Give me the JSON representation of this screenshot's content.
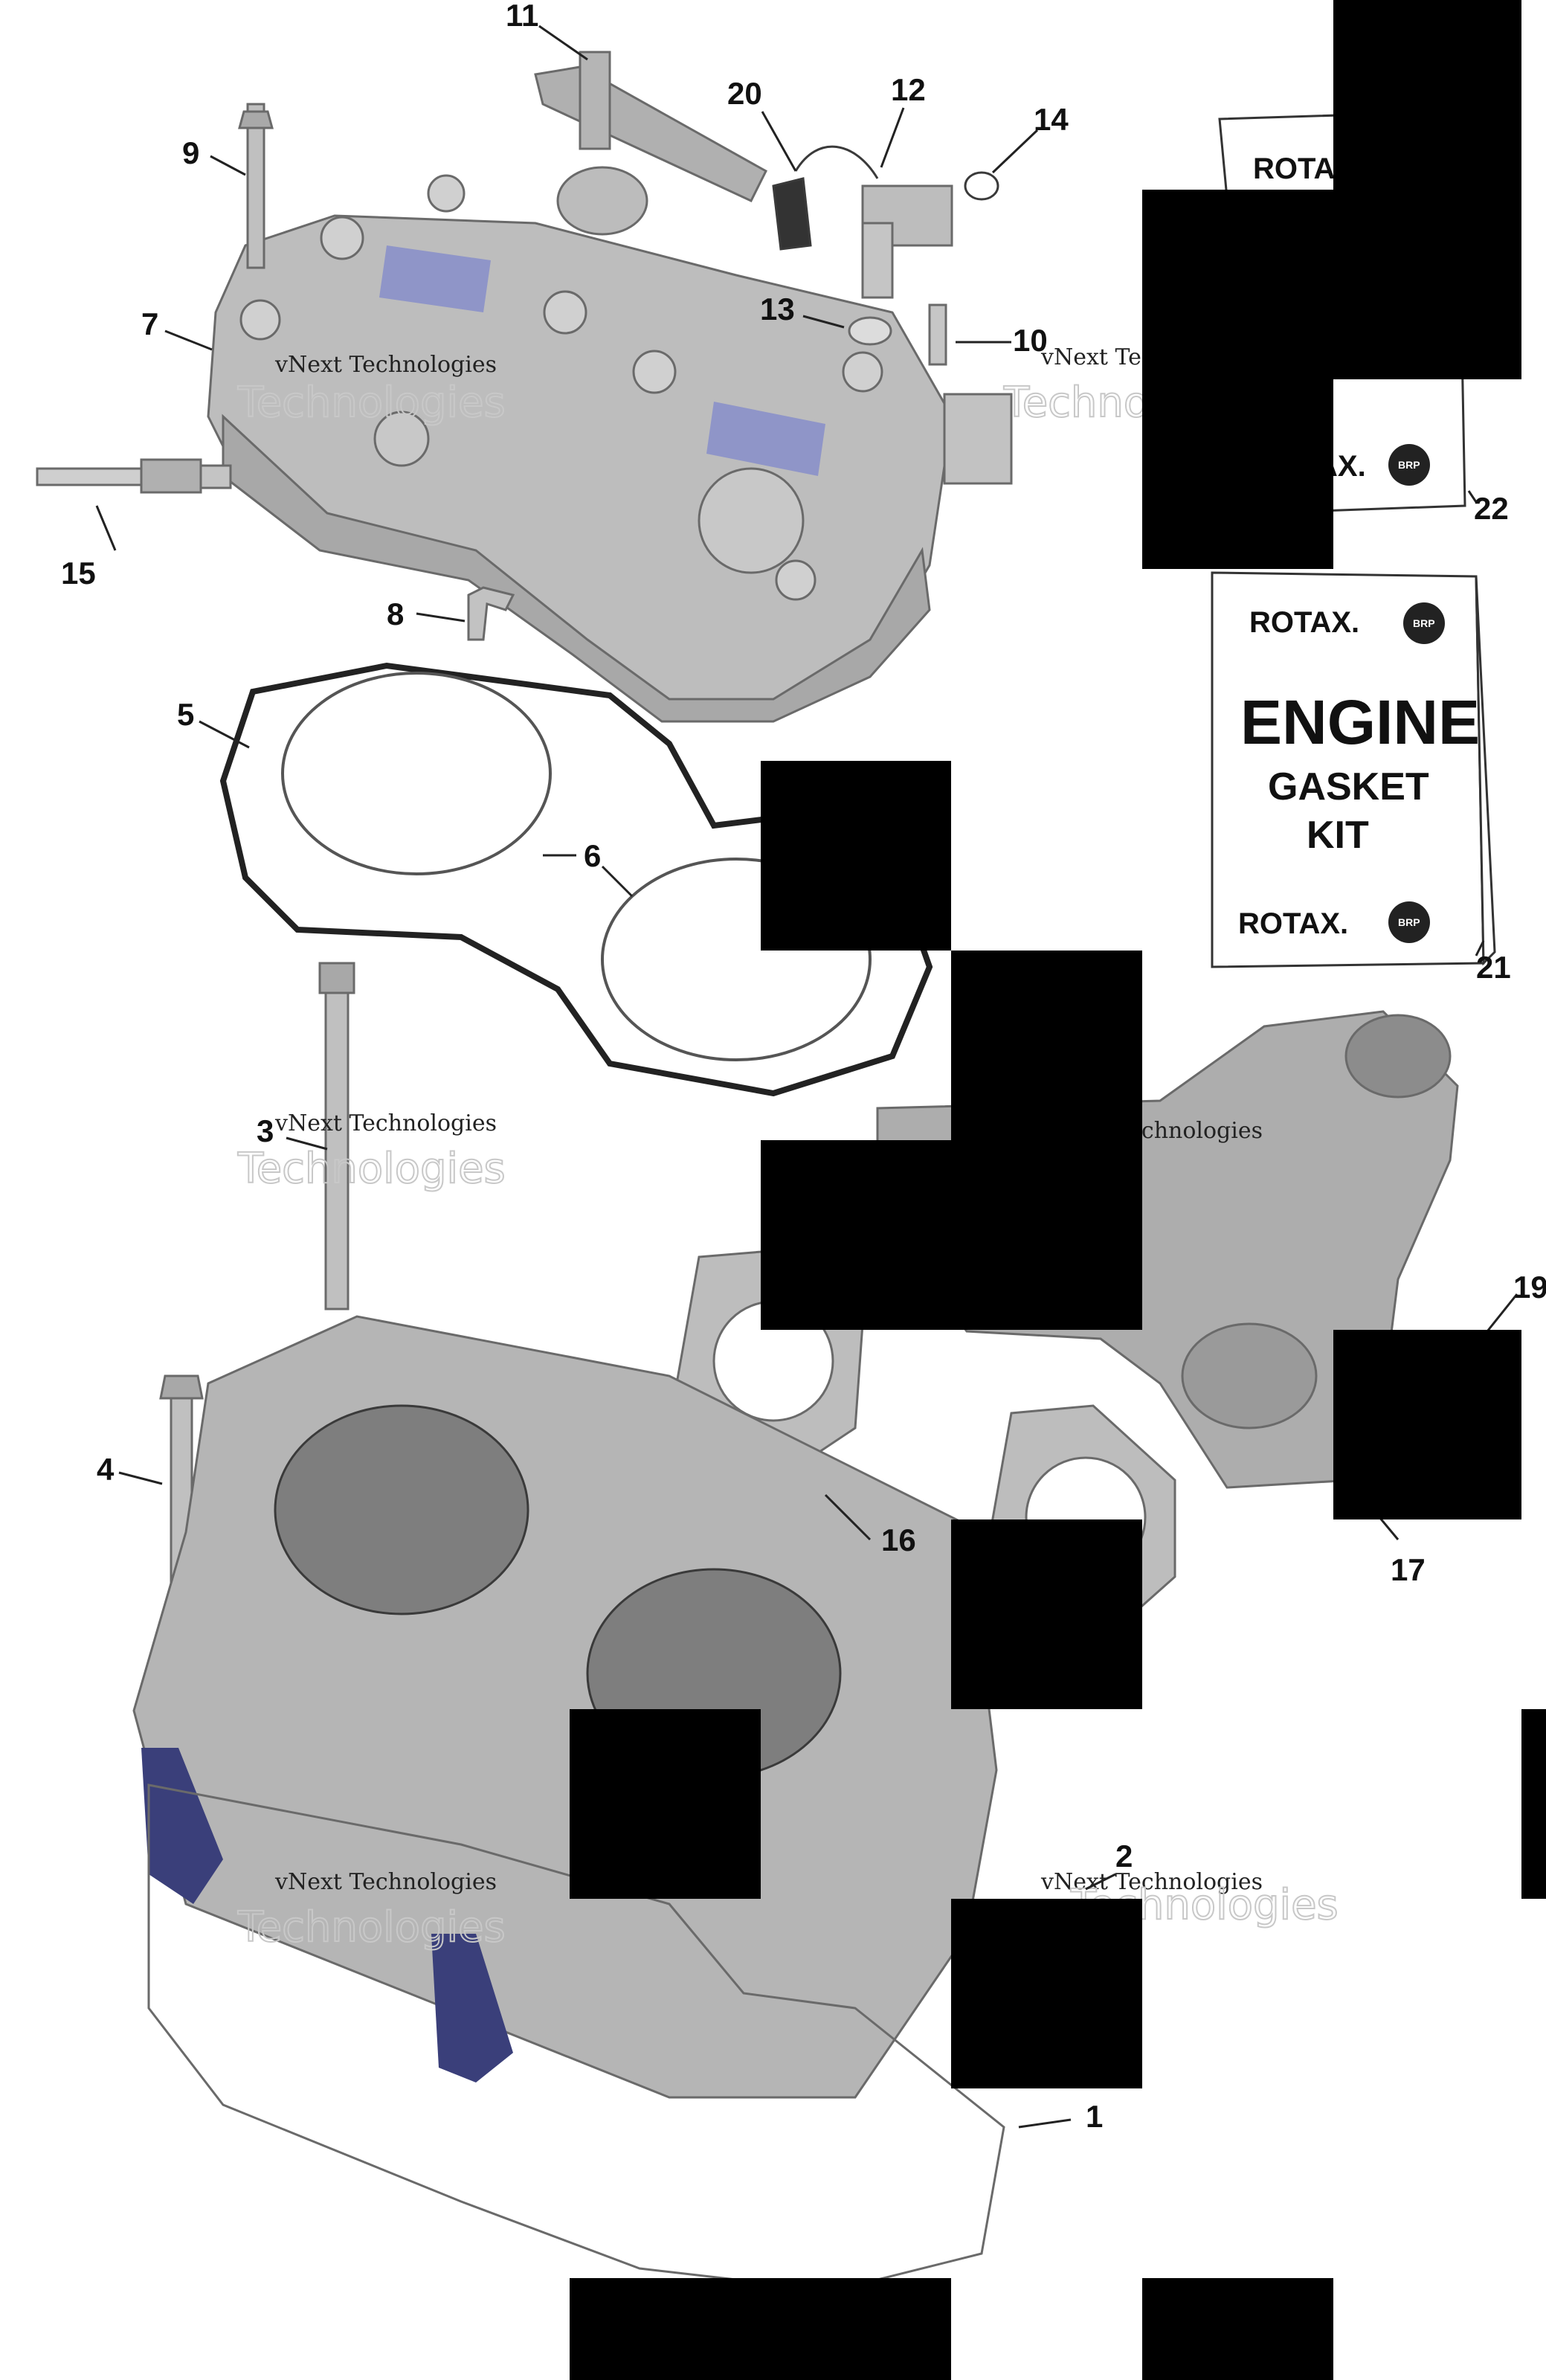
{
  "callouts": [
    {
      "number": "1"
    },
    {
      "number": "2"
    },
    {
      "number": "3"
    },
    {
      "number": "4"
    },
    {
      "number": "5"
    },
    {
      "number": "6"
    },
    {
      "number": "7"
    },
    {
      "number": "8"
    },
    {
      "number": "9"
    },
    {
      "number": "10"
    },
    {
      "number": "11"
    },
    {
      "number": "12"
    },
    {
      "number": "13"
    },
    {
      "number": "14"
    },
    {
      "number": "15"
    },
    {
      "number": "16"
    },
    {
      "number": "17"
    },
    {
      "number": "19"
    },
    {
      "number": "20"
    },
    {
      "number": "21"
    },
    {
      "number": "22"
    }
  ],
  "kit_card": {
    "brand": "ROTAX.",
    "title": "ENGINE",
    "line2": "GASKET",
    "line3": "KIT",
    "logo": "BRP"
  },
  "kit_card_back": {
    "brand": "ROTAX",
    "brand_bottom": "AX.",
    "logo": "BRP"
  },
  "watermark": {
    "line1": "vNext Technologies",
    "line2": "Technologies",
    "line3": "vNext"
  },
  "colors": {
    "part_gray": "#b9b9b9",
    "part_dark": "#8a8a8a",
    "gasket_blue": "#3a3f7a",
    "redaction": "#000000"
  },
  "icons": [
    "brp-logo-icon"
  ]
}
